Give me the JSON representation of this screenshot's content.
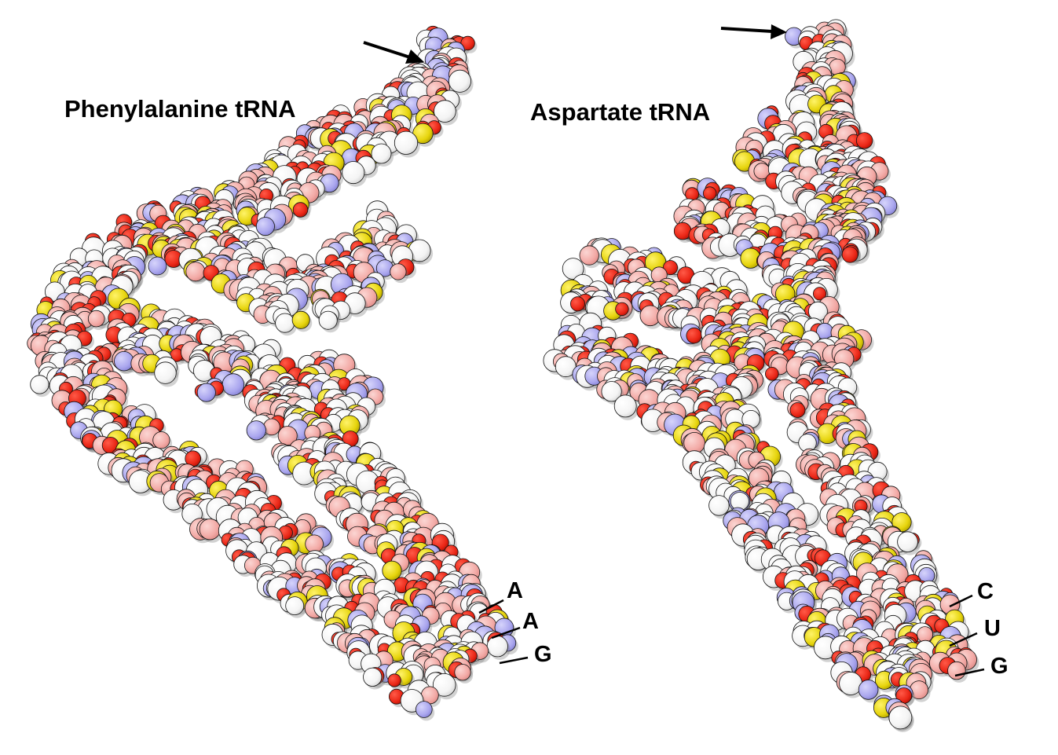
{
  "figure": {
    "left": {
      "title": "Phenylalanine tRNA",
      "anticodon": [
        "A",
        "A",
        "G"
      ]
    },
    "right": {
      "title": "Aspartate tRNA",
      "anticodon": [
        "C",
        "U",
        "G"
      ]
    }
  },
  "colors": {
    "oxygen": "#ee2a1c",
    "phosphorus": "#e7d80f",
    "nitrogen": "#aeaaf0",
    "carbon": "#f6b4b0",
    "white": "#fafafa",
    "shadow": "#8a8a8a",
    "outline": "#000000",
    "background": "#ffffff"
  },
  "icons": [
    "arrow-icon"
  ]
}
